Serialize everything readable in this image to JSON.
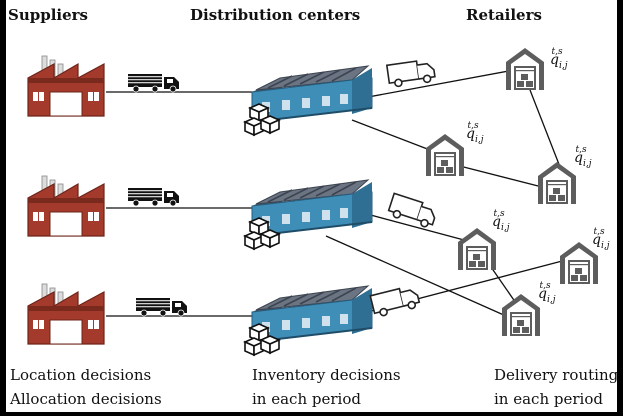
{
  "headers": {
    "suppliers": "Suppliers",
    "distribution_centers": "Distribution centers",
    "retailers": "Retailers"
  },
  "footer": {
    "suppliers_line1": "Location decisions",
    "suppliers_line2": "Allocation decisions",
    "dc_line1": "Inventory decisions",
    "dc_line2": "in each period",
    "retailers_line1": "Delivery routing",
    "retailers_line2": "in each period"
  },
  "retailer_label": {
    "base": "q",
    "subscript": "i,j",
    "superscript": "t,s"
  },
  "colors": {
    "factory": "#a33a2b",
    "factory_dark": "#6e2419",
    "warehouse_front": "#3f8eb8",
    "warehouse_roof": "#5b6472",
    "retail_gray": "#5d5d5d",
    "truck": "#111111"
  },
  "icons": [
    "factory-icon",
    "truck-icon",
    "warehouse-icon",
    "boxes-icon",
    "delivery-van-icon",
    "retail-warehouse-icon"
  ]
}
